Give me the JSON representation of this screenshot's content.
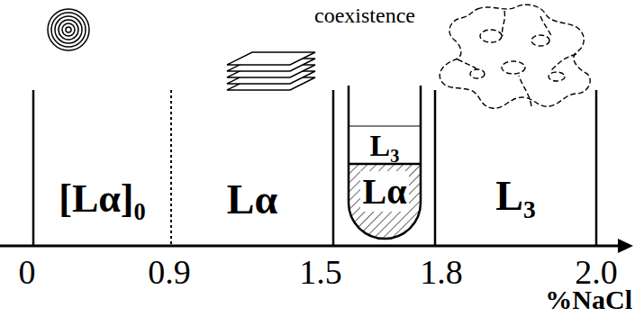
{
  "diagram": {
    "nodes": [
      {
        "text": [
          "[Lα]₀"
        ]
      },
      {
        "text": [
          "Lα"
        ]
      },
      {
        "text": [
          "coexistence"
        ]
      },
      {
        "text": [
          "L₃",
          "Lα"
        ],
        "in": 2
      },
      {
        "text": [
          "L₃"
        ]
      }
    ],
    "labels": [
      "0",
      "0.9",
      "1.5",
      "1.8",
      "2.0",
      "%NaCl"
    ]
  }
}
